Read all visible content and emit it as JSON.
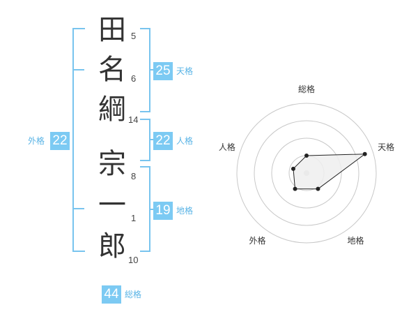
{
  "name": {
    "characters": [
      {
        "char": "田",
        "strokes": "5"
      },
      {
        "char": "名",
        "strokes": "6"
      },
      {
        "char": "綱",
        "strokes": "14"
      },
      {
        "char": "宗",
        "strokes": "8"
      },
      {
        "char": "一",
        "strokes": "1"
      },
      {
        "char": "郎",
        "strokes": "10"
      }
    ]
  },
  "fortune": {
    "tenkaku": {
      "value": "25",
      "label": "天格"
    },
    "jinkaku": {
      "value": "22",
      "label": "人格"
    },
    "chikaku": {
      "value": "19",
      "label": "地格"
    },
    "gaikaku": {
      "value": "22",
      "label": "外格"
    },
    "soukaku": {
      "value": "44",
      "label": "総格"
    }
  },
  "radar": {
    "labels": [
      "総格",
      "天格",
      "地格",
      "外格",
      "人格"
    ],
    "scores": [
      0.25,
      0.88,
      0.28,
      0.28,
      0.2
    ],
    "colors": {
      "ring": "#c8c8c8",
      "fill": "#eeeeee",
      "line": "#222222",
      "center": "#cccccc",
      "accent": "#7ccaf3"
    }
  }
}
